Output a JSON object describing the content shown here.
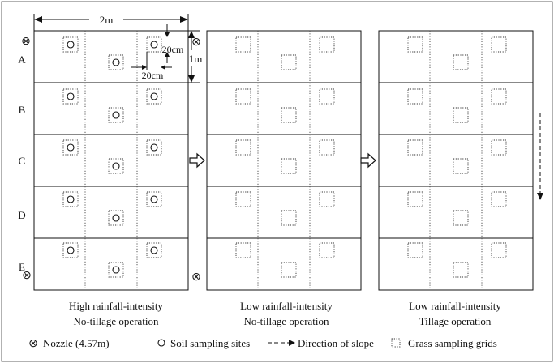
{
  "diagram": {
    "row_labels": [
      "A",
      "B",
      "C",
      "D",
      "E"
    ],
    "dimensions": {
      "width_label": "2m",
      "height_label": "1m",
      "grid_offset_vertical": "20cm",
      "grid_offset_horizontal": "20cm"
    },
    "panels": [
      {
        "line1": "High rainfall-intensity",
        "line2": "No-tillage operation"
      },
      {
        "line1": "Low rainfall-intensity",
        "line2": "No-tillage operation"
      },
      {
        "line1": "Low rainfall-intensity",
        "line2": "Tillage operation"
      }
    ],
    "legend": {
      "nozzle": "Nozzle (4.57m)",
      "soil": "Soil sampling sites",
      "slope": "Direction of slope",
      "grass": "Grass sampling grids"
    },
    "nozzle_symbol": "⊗"
  }
}
